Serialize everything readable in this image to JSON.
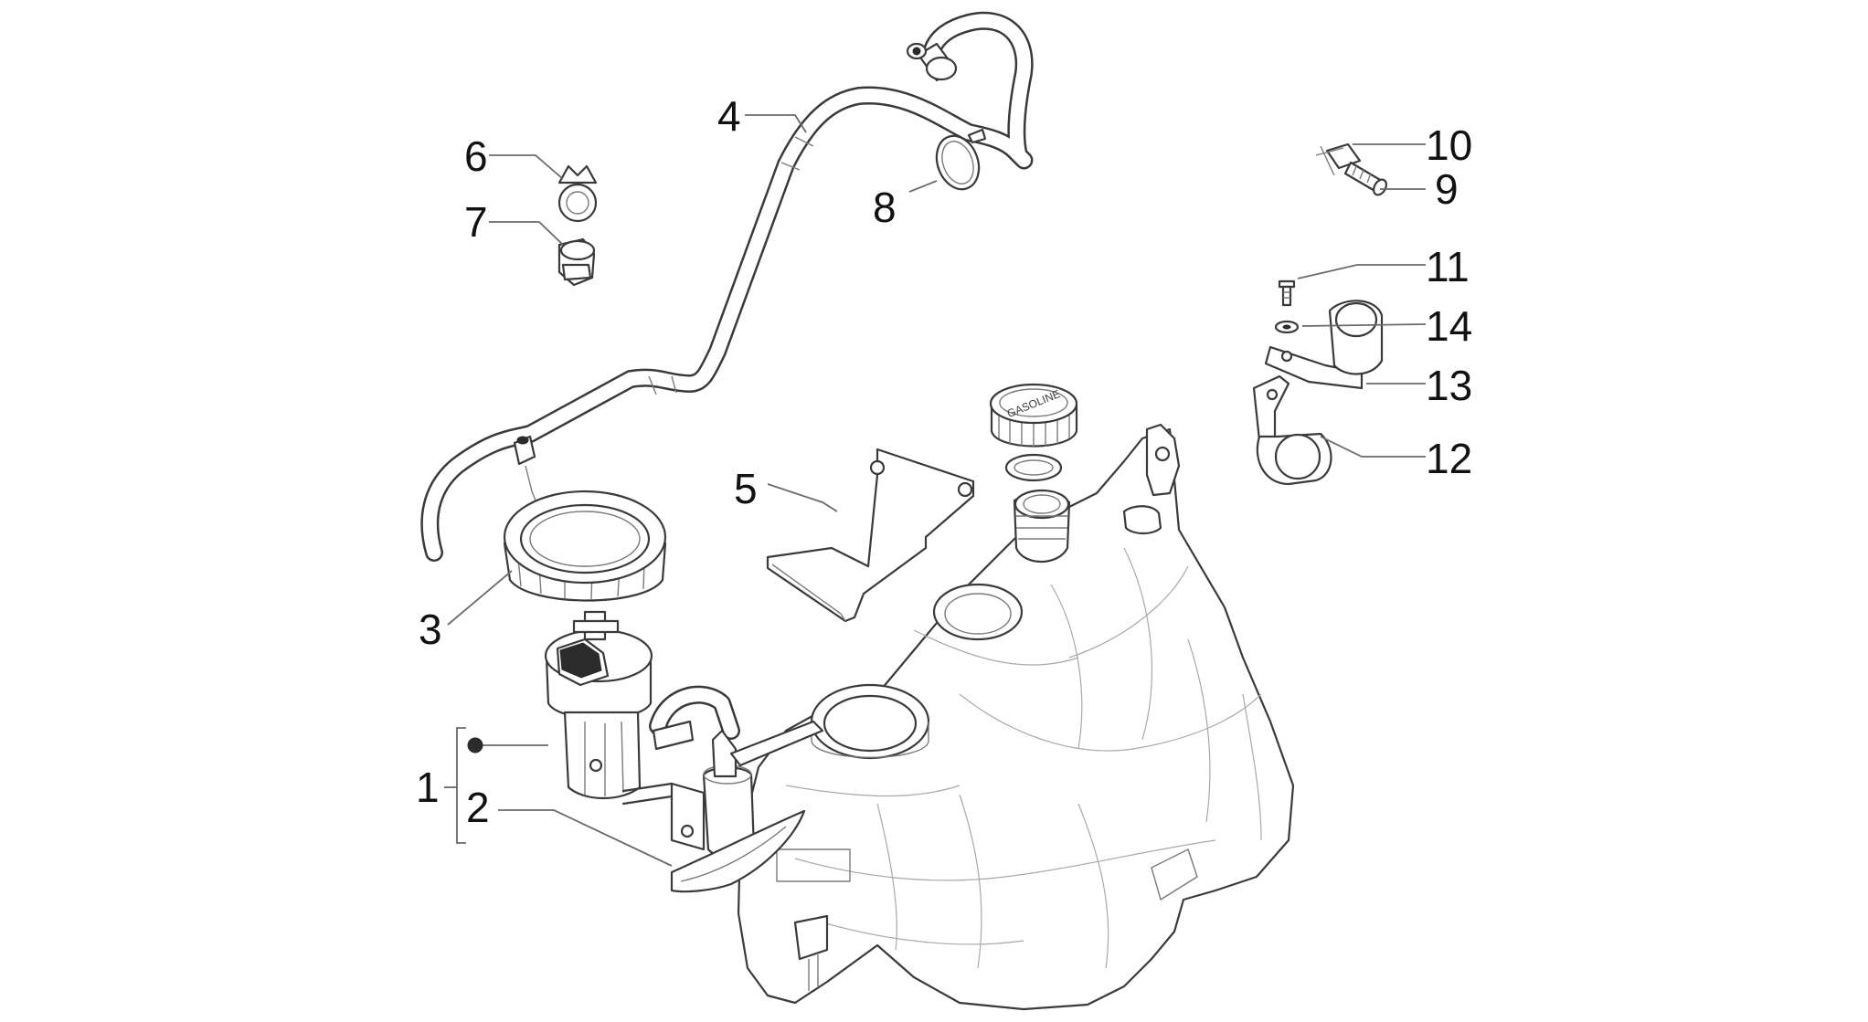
{
  "diagram": {
    "callouts": [
      {
        "id": "1",
        "label": "1"
      },
      {
        "id": "2",
        "label": "2"
      },
      {
        "id": "3",
        "label": "3"
      },
      {
        "id": "4",
        "label": "4"
      },
      {
        "id": "5",
        "label": "5"
      },
      {
        "id": "6",
        "label": "6"
      },
      {
        "id": "7",
        "label": "7"
      },
      {
        "id": "8",
        "label": "8"
      },
      {
        "id": "9",
        "label": "9"
      },
      {
        "id": "10",
        "label": "10"
      },
      {
        "id": "11",
        "label": "11"
      },
      {
        "id": "12",
        "label": "12"
      },
      {
        "id": "13",
        "label": "13"
      },
      {
        "id": "14",
        "label": "14"
      }
    ],
    "cap_text": "GASOLINE",
    "colors": {
      "line": "#3a3a3a",
      "text": "#111111",
      "background": "#ffffff"
    }
  }
}
